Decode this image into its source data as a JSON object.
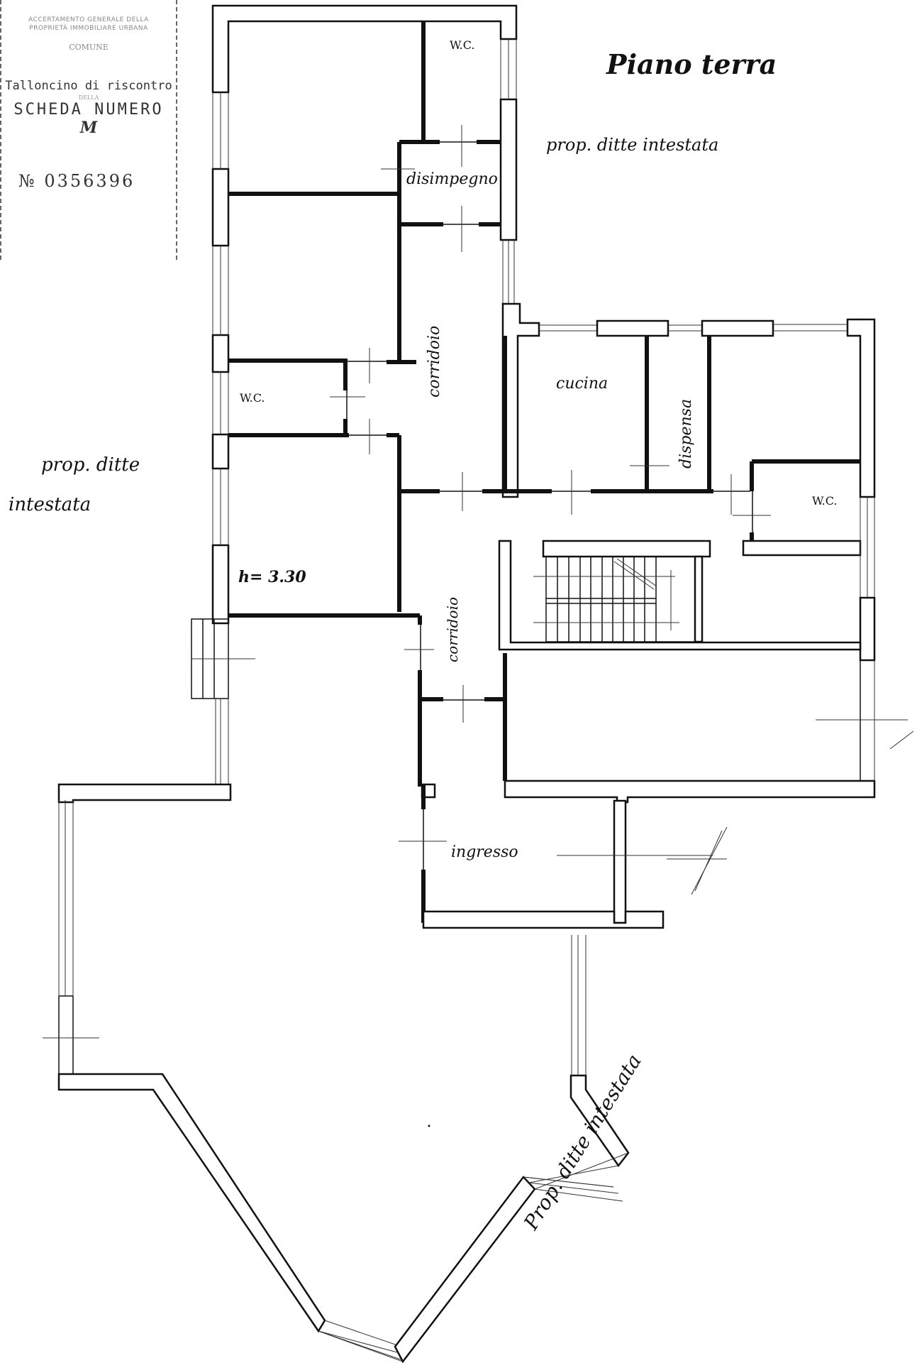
{
  "stamp": {
    "header_line1": "ACCERTAMENTO GENERALE DELLA",
    "header_line2": "PROPRIETÀ IMMOBILIARE URBANA",
    "comune_label": "COMUNE",
    "talloncino": "Talloncino di riscontro",
    "della": "DELLA",
    "scheda_numero": "SCHEDA NUMERO",
    "scheda_letter": "M",
    "serial_number": "№ 0356396"
  },
  "drawing": {
    "title": "Piano terra",
    "annotations": {
      "top_right": "prop. ditte intestata",
      "left_line1": "prop. ditte",
      "left_line2": "intestata",
      "bottom_right": "Prop. ditte intestata"
    },
    "rooms": {
      "wc_top": "W.C.",
      "disimpegno": "disimpegno",
      "corridoio_upper": "corridoio",
      "wc_left": "W.C.",
      "cucina": "cucina",
      "dispensa": "dispensa",
      "wc_right": "W.C.",
      "ceiling_height": "h= 3.30",
      "corridoio_lower": "corridoio",
      "ingresso": "ingresso"
    }
  }
}
